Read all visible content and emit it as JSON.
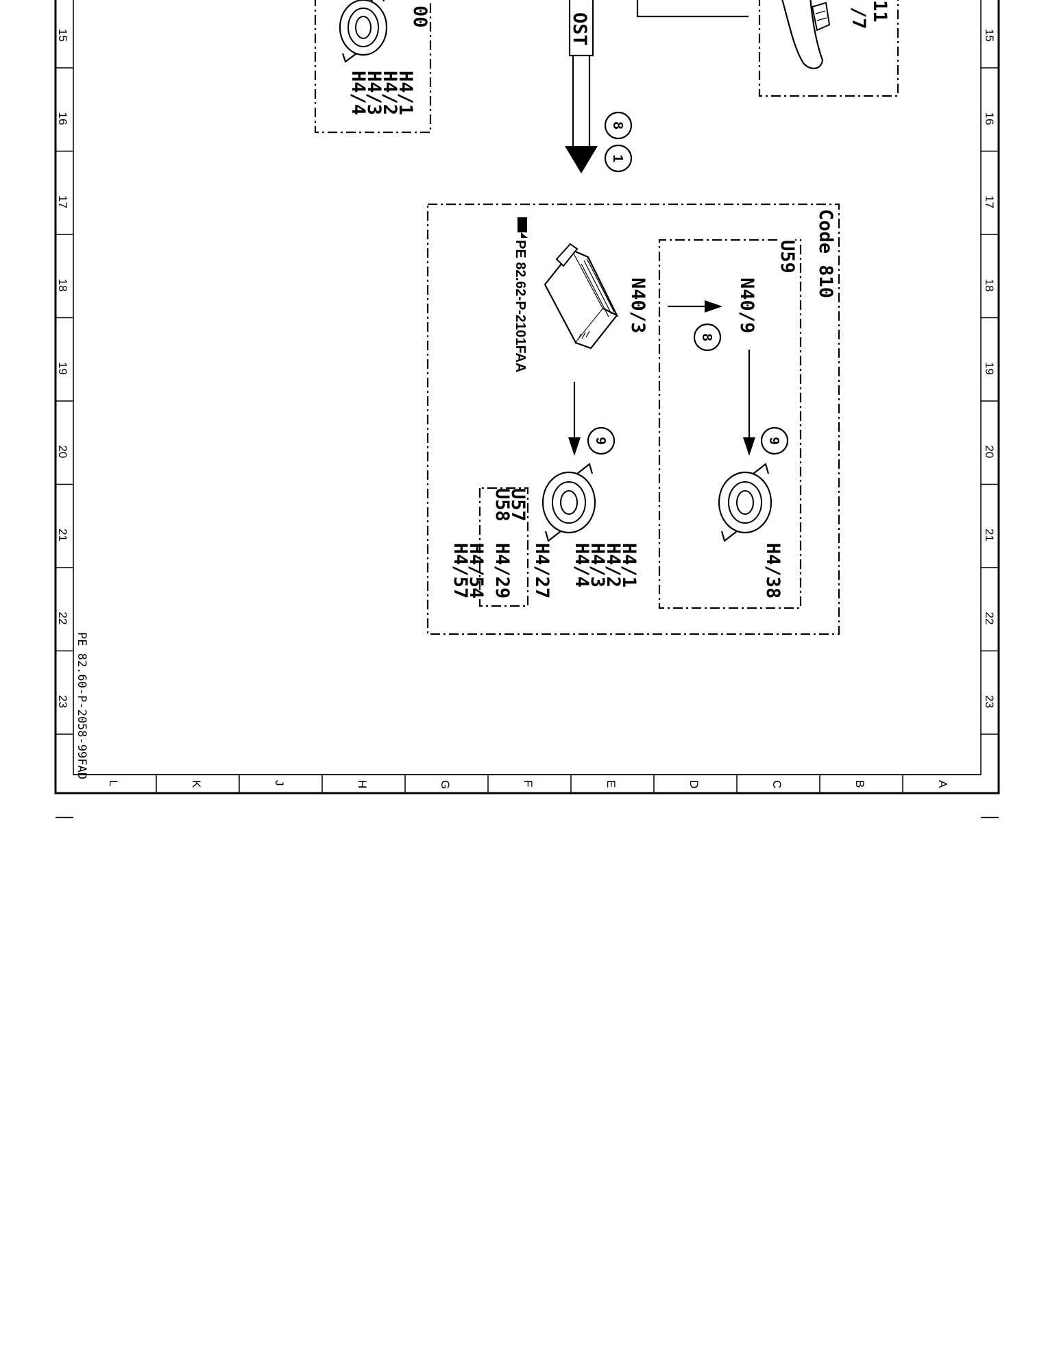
{
  "frame": {
    "row_labels": [
      "15",
      "16",
      "17",
      "18",
      "19",
      "20",
      "21",
      "22",
      "23"
    ],
    "column_labels": [
      "L",
      "K",
      "J",
      "H",
      "G",
      "F",
      "E",
      "D",
      "C",
      "B",
      "A"
    ],
    "reference_code": "PE 82.60-P-2058-99FAD"
  },
  "top_left_group": {
    "partial_text": "00",
    "components": [
      "H4/1",
      "H4/2",
      "H4/3",
      "H4/4"
    ]
  },
  "top_right_group": {
    "partial_text_a": "11",
    "partial_text_b": "/7"
  },
  "boost_tag": "OST",
  "main_arrow_circles": [
    "8",
    "1"
  ],
  "code_box": {
    "title": "Code 810",
    "u59": {
      "label": "U59",
      "module": "N40/9",
      "arrow_circle_8": "8",
      "arrow_circle_9": "9",
      "speaker": "H4/38"
    },
    "amp": {
      "module": "N40/3",
      "doc_ref": "PE 82.62-P-2101FAA",
      "arrow_circle": "9"
    },
    "speaker_list": [
      "H4/1",
      "H4/2",
      "H4/3",
      "H4/4",
      "H4/27"
    ],
    "u57": "U57",
    "u58": "U58",
    "u57_58_list": [
      "H4/29",
      "H4/54",
      "H4/57"
    ]
  }
}
